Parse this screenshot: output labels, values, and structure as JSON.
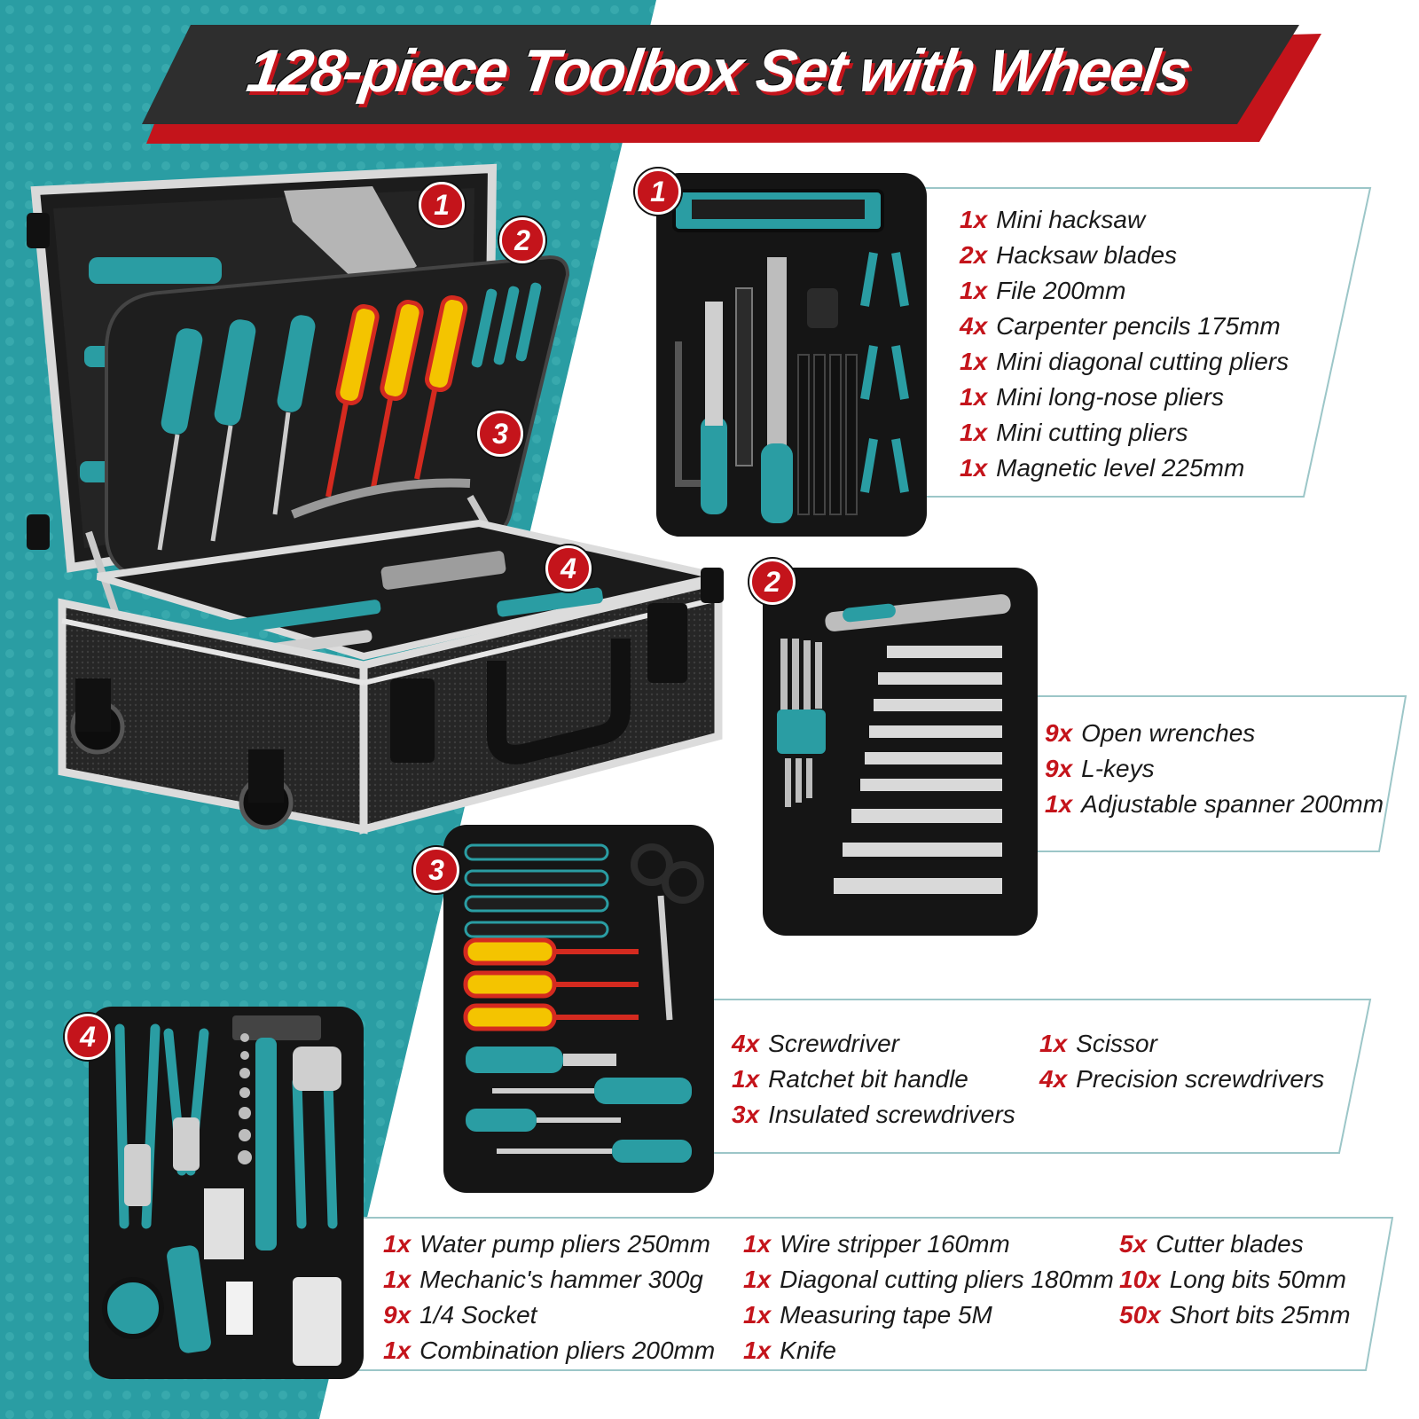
{
  "title": "128-piece Toolbox Set with Wheels",
  "colors": {
    "accent_red": "#c4141b",
    "teal": "#2a9da3",
    "dark": "#2b2b2b"
  },
  "case_badges": [
    "1",
    "2",
    "3",
    "4"
  ],
  "panels": [
    {
      "badge": "1",
      "columns": [
        [
          {
            "qty": "1x",
            "name": "Mini hacksaw"
          },
          {
            "qty": "2x",
            "name": "Hacksaw blades"
          },
          {
            "qty": "1x",
            "name": "File 200mm"
          },
          {
            "qty": "4x",
            "name": "Carpenter pencils 175mm"
          },
          {
            "qty": "1x",
            "name": "Mini diagonal cutting pliers"
          },
          {
            "qty": "1x",
            "name": "Mini long-nose pliers"
          },
          {
            "qty": "1x",
            "name": "Mini cutting pliers"
          },
          {
            "qty": "1x",
            "name": "Magnetic level 225mm"
          }
        ]
      ]
    },
    {
      "badge": "2",
      "columns": [
        [
          {
            "qty": "9x",
            "name": "Open wrenches"
          },
          {
            "qty": "9x",
            "name": "L-keys"
          },
          {
            "qty": "1x",
            "name": "Adjustable spanner 200mm"
          }
        ]
      ]
    },
    {
      "badge": "3",
      "columns": [
        [
          {
            "qty": "4x",
            "name": "Screwdriver"
          },
          {
            "qty": "1x",
            "name": "Ratchet bit handle"
          },
          {
            "qty": "3x",
            "name": "Insulated screwdrivers"
          }
        ],
        [
          {
            "qty": "1x",
            "name": "Scissor"
          },
          {
            "qty": "4x",
            "name": "Precision screwdrivers"
          }
        ]
      ]
    },
    {
      "badge": "4",
      "columns": [
        [
          {
            "qty": "1x",
            "name": "Water pump pliers 250mm"
          },
          {
            "qty": "1x",
            "name": "Mechanic's hammer 300g"
          },
          {
            "qty": "9x",
            "name": "1/4 Socket"
          },
          {
            "qty": "1x",
            "name": "Combination pliers 200mm"
          }
        ],
        [
          {
            "qty": "1x",
            "name": "Wire stripper 160mm"
          },
          {
            "qty": "1x",
            "name": "Diagonal cutting pliers 180mm"
          },
          {
            "qty": "1x",
            "name": "Measuring tape 5M"
          },
          {
            "qty": "1x",
            "name": "Knife"
          }
        ],
        [
          {
            "qty": "5x",
            "name": "Cutter blades"
          },
          {
            "qty": "10x",
            "name": "Long bits 50mm"
          },
          {
            "qty": "50x",
            "name": "Short bits 25mm"
          }
        ]
      ]
    }
  ]
}
